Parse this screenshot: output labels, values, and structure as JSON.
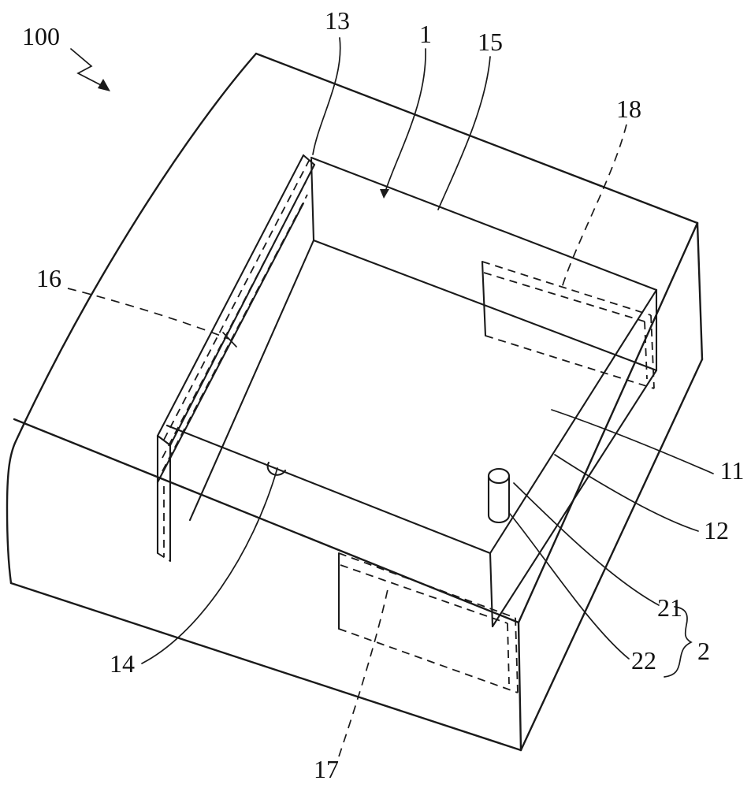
{
  "figure": {
    "kind": "patent-line-drawing",
    "description": "Isometric line drawing of a housing block (100) with a rectangular recess, an inner partition wall, hidden slots and a cylindrical pin",
    "colors": {
      "background": "#ffffff",
      "ink": "#1a1a1a"
    }
  },
  "labels": {
    "l100": "100",
    "l13": "13",
    "l1": "1",
    "l15": "15",
    "l18": "18",
    "l16": "16",
    "l11": "11",
    "l12": "12",
    "l21": "21",
    "l2": "2",
    "l22": "22",
    "l14": "14",
    "l17": "17"
  }
}
